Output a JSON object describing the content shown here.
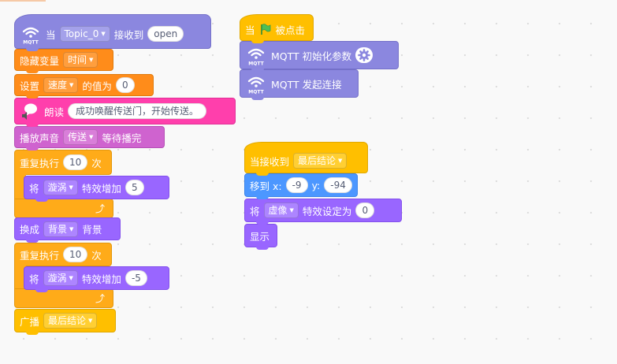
{
  "left_stack": {
    "hat": {
      "when": "当",
      "topic": "Topic_0",
      "received": "接收到",
      "message": "open"
    },
    "hide_var": {
      "label": "隐藏变量",
      "var": "时间"
    },
    "set_var": {
      "label": "设置",
      "var": "速度",
      "to": "的值为",
      "value": "0"
    },
    "speak": {
      "label": "朗读",
      "text": "成功唤醒传送门，开始传送。"
    },
    "play_sound": {
      "label": "播放声音",
      "sound": "传送",
      "suffix": "等待播完"
    },
    "repeat1": {
      "label": "重复执行",
      "times": "10",
      "suffix": "次"
    },
    "effect1": {
      "label": "将",
      "effect": "漩涡",
      "action": "特效增加",
      "value": "5"
    },
    "switch_bg": {
      "label": "换成",
      "bg": "背景",
      "suffix": "背景"
    },
    "repeat2": {
      "label": "重复执行",
      "times": "10",
      "suffix": "次"
    },
    "effect2": {
      "label": "将",
      "effect": "漩涡",
      "action": "特效增加",
      "value": "-5"
    },
    "broadcast": {
      "label": "广播",
      "msg": "最后结论"
    }
  },
  "flag_stack": {
    "hat": {
      "when": "当",
      "clicked": "被点击"
    },
    "init": {
      "label": "MQTT 初始化参数"
    },
    "connect": {
      "label": "MQTT 发起连接"
    }
  },
  "recv_stack": {
    "hat": {
      "label": "当接收到",
      "msg": "最后结论"
    },
    "goto": {
      "label": "移到 x:",
      "x": "-9",
      "ylabel": "y:",
      "y": "-94"
    },
    "effect": {
      "label": "将",
      "effect": "虚像",
      "action": "特效设定为",
      "value": "0"
    },
    "show": {
      "label": "显示"
    }
  },
  "colors": {
    "mqtt": "#8b87df",
    "variables": "#ff8c1a",
    "looks": "#9966ff",
    "sound": "#cf63cf",
    "speech": "#ff3fac",
    "control": "#ffab19",
    "events": "#ffbf00",
    "motion": "#4c97ff",
    "flag": "#4cbf56"
  },
  "icons": {
    "mqtt": "mqtt-wifi-icon",
    "speech": "speech-bubble-icon",
    "flag": "green-flag-icon",
    "gear": "gear-icon",
    "loop": "loop-arrow-icon",
    "caret": "dropdown-caret-icon"
  }
}
